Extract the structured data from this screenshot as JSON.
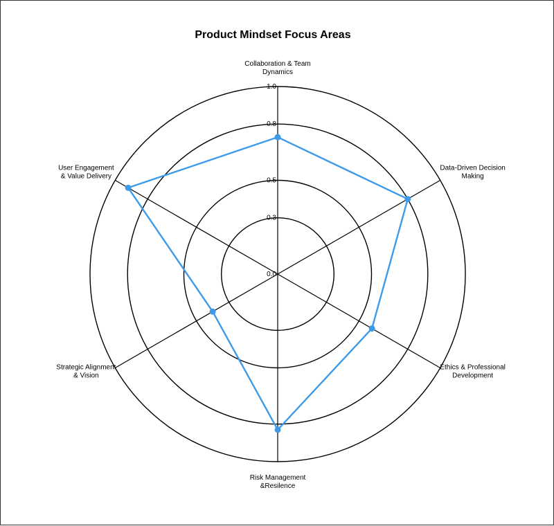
{
  "chart_data": {
    "type": "radar",
    "title": "Product Mindset Focus Areas",
    "axes": [
      {
        "label_lines": [
          "Collaboration & Team",
          "Dynamics"
        ],
        "value": 0.73
      },
      {
        "label_lines": [
          "Data-Driven Decision",
          "Making"
        ],
        "value": 0.8
      },
      {
        "label_lines": [
          "Ethics & Professional",
          "Development"
        ],
        "value": 0.58
      },
      {
        "label_lines": [
          "Risk Management",
          "&Resilence"
        ],
        "value": 0.83
      },
      {
        "label_lines": [
          "Strategic Alignment",
          "& Vision"
        ],
        "value": 0.4
      },
      {
        "label_lines": [
          "User Engagement",
          "& Value Delivery"
        ],
        "value": 0.92
      }
    ],
    "ticks": [
      "1.0",
      "0.8",
      "0.5",
      "0.3",
      "0.0"
    ],
    "tick_values": [
      1.0,
      0.8,
      0.5,
      0.3,
      0.0
    ],
    "rmax": 1.0,
    "series_color": "#3d9ae8",
    "grid": true
  }
}
